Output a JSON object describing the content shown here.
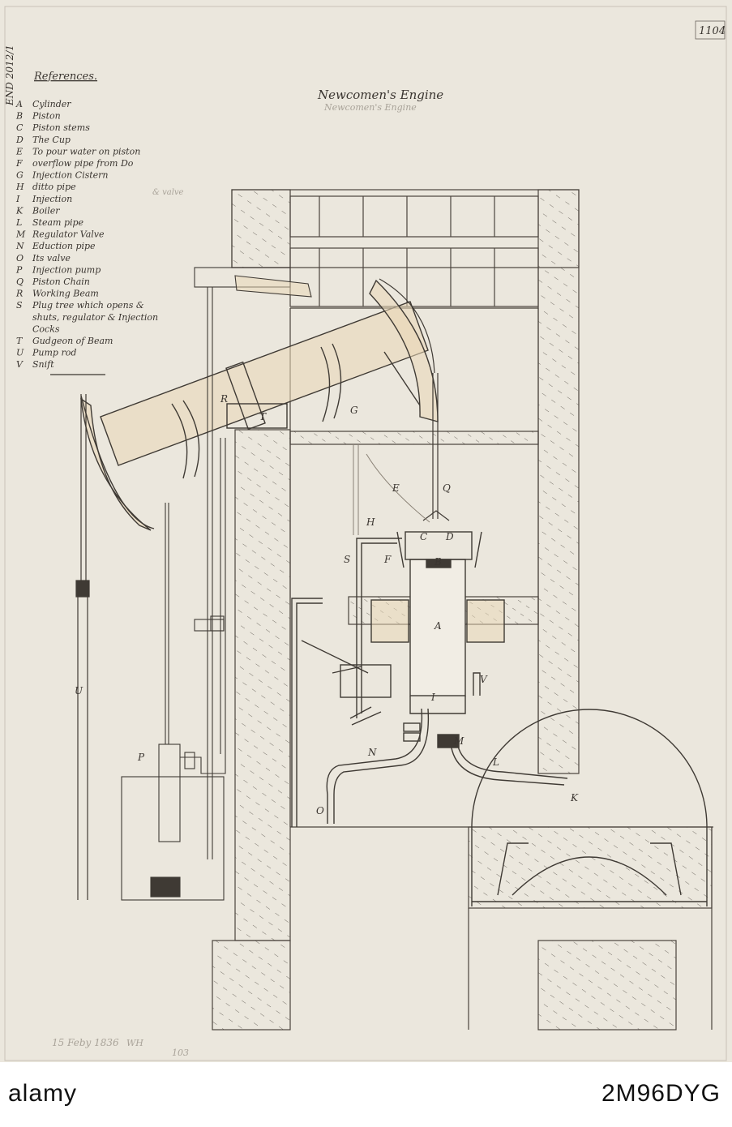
{
  "title": "Newcomen's Engine",
  "title_underline": "Newcomen's Engine",
  "catalog_number": "END 2012/1",
  "sheet_number": "1104",
  "references": {
    "heading": "References.",
    "items": [
      {
        "letter": "A",
        "text": "Cylinder"
      },
      {
        "letter": "B",
        "text": "Piston"
      },
      {
        "letter": "C",
        "text": "Piston stems"
      },
      {
        "letter": "D",
        "text": "The Cup"
      },
      {
        "letter": "E",
        "text": "To pour water on piston"
      },
      {
        "letter": "F",
        "text": "overflow pipe from Do"
      },
      {
        "letter": "G",
        "text": "Injection Cistern"
      },
      {
        "letter": "H",
        "text": "ditto      pipe"
      },
      {
        "letter": "I",
        "text": "Injection"
      },
      {
        "letter": "K",
        "text": "Boiler"
      },
      {
        "letter": "L",
        "text": "Steam pipe"
      },
      {
        "letter": "M",
        "text": "Regulator Valve"
      },
      {
        "letter": "N",
        "text": "Eduction pipe"
      },
      {
        "letter": "O",
        "text": "Its valve"
      },
      {
        "letter": "P",
        "text": "Injection pump"
      },
      {
        "letter": "Q",
        "text": "Piston Chain"
      },
      {
        "letter": "R",
        "text": "Working Beam"
      },
      {
        "letter": "S",
        "text": "Plug tree which opens &"
      },
      {
        "letter": "",
        "text": "shuts, regulator & Injection"
      },
      {
        "letter": "",
        "text": "Cocks"
      },
      {
        "letter": "T",
        "text": "Gudgeon of Beam"
      },
      {
        "letter": "U",
        "text": "Pump rod"
      },
      {
        "letter": "V",
        "text": "Snift"
      }
    ],
    "pencil_note": "& valve"
  },
  "part_labels": {
    "A": "A",
    "B": "B",
    "C": "C",
    "D": "D",
    "E": "E",
    "F": "F",
    "G": "G",
    "H": "H",
    "I": "I",
    "K": "K",
    "L": "L",
    "M": "M",
    "N": "N",
    "O": "O",
    "P": "P",
    "Q": "Q",
    "R": "R",
    "S": "S",
    "T": "T",
    "U": "U",
    "V": "V"
  },
  "footer": {
    "date": "15 Feby 1836",
    "initials": "WH",
    "page": "103"
  },
  "stock_id_left": "alamy",
  "stock_id_right": "2M96DYG",
  "colors": {
    "paper": "#ebe7dd",
    "ink": "#3a3530",
    "faint": "#a9a399"
  }
}
